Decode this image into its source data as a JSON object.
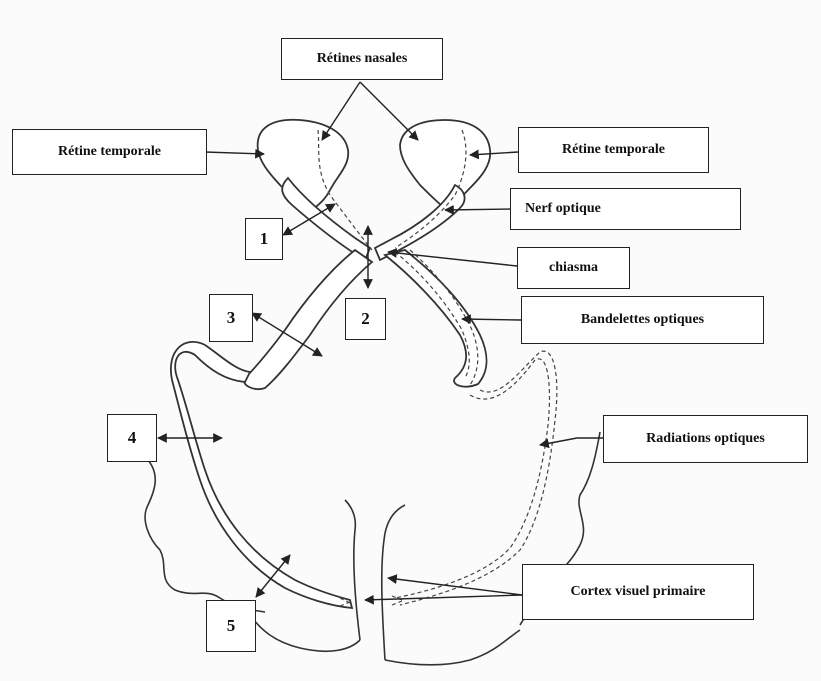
{
  "labels": {
    "retines_nasales": "Rétines nasales",
    "retine_temporale_left": "Rétine temporale",
    "retine_temporale_right": "Rétine temporale",
    "nerf_optique": "Nerf optique",
    "chiasma": "chiasma",
    "bandelettes_optiques": "Bandelettes optiques",
    "radiations_optiques": "Radiations optiques",
    "cortex_visuel_primaire": "Cortex visuel primaire"
  },
  "numbers": {
    "n1": "1",
    "n2": "2",
    "n3": "3",
    "n4": "4",
    "n5": "5"
  },
  "colors": {
    "line": "#333333",
    "tissue_fill": "#ffffff",
    "background": "#fbfbfb"
  }
}
